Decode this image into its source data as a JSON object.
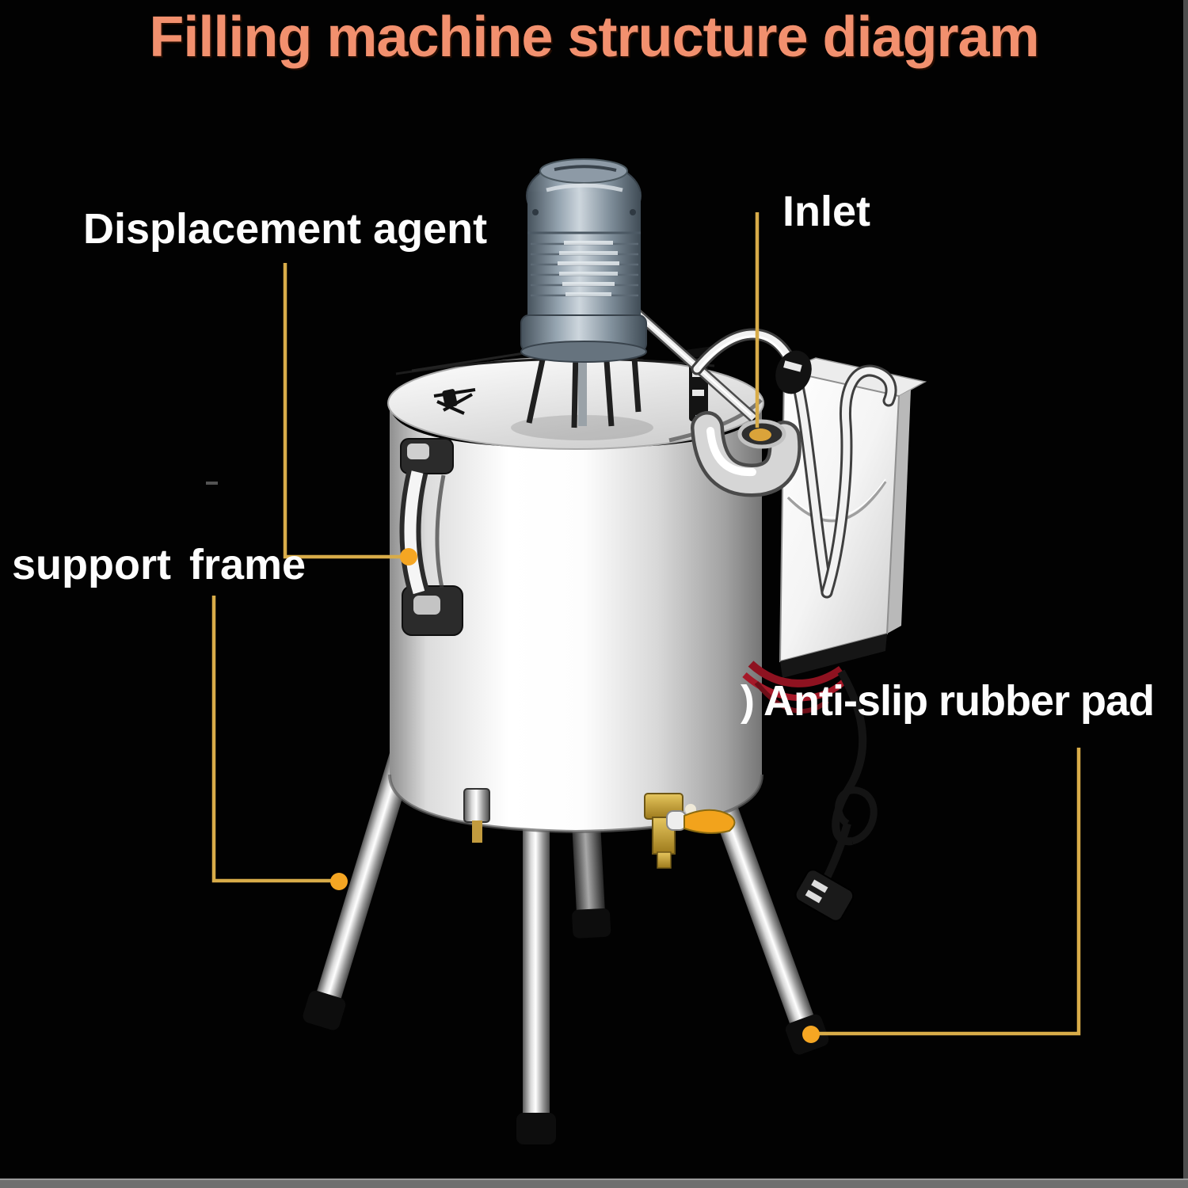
{
  "title": {
    "text": "Filling machine structure diagram",
    "color": "#F2906E"
  },
  "annotations": {
    "displacement_agent": {
      "label": "Displacement agent",
      "points_to": "tank-handle"
    },
    "inlet": {
      "label": "Inlet",
      "points_to": "inlet-elbow"
    },
    "support_frame": {
      "label": "support frame",
      "points_to": "left-leg"
    },
    "anti_slip_rubber_pad": {
      "label": ") Anti-slip rubber pad",
      "points_to": "right-leg-foot"
    }
  },
  "colors": {
    "background": "#000000",
    "label_text": "#FDFDFD",
    "title": "#F2906E",
    "leader_line": "#D8AC49",
    "leader_dot": "#F5A623",
    "motor_body": "#8E9CA8",
    "tank_steel": "#F2F2F2",
    "brass_valve": "#C2A435",
    "valve_handle": "#F2A31C",
    "rubber_foot": "#0D0D0D",
    "frame_edge": "#6F6F6F"
  }
}
